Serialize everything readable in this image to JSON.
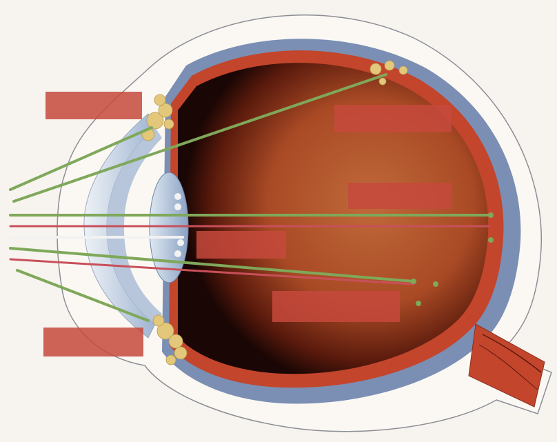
{
  "diagram": {
    "labels": [
      {
        "id": "label-top-left",
        "text": ""
      },
      {
        "id": "label-upper-right",
        "text": ""
      },
      {
        "id": "label-mid-right",
        "text": ""
      },
      {
        "id": "label-center",
        "text": ""
      },
      {
        "id": "label-lower-right",
        "text": ""
      },
      {
        "id": "label-bottom-left",
        "text": ""
      }
    ],
    "colors": {
      "background": "#f7f3ee",
      "vitreous": "#b85a2a",
      "retina_rim": "#c2452c",
      "choroid_blue": "#7b8fb4",
      "label_box": "#c6493c",
      "laser_green": "#7fa85a",
      "laser_red": "#c8505a",
      "trabecular": "#e3c77a"
    }
  }
}
